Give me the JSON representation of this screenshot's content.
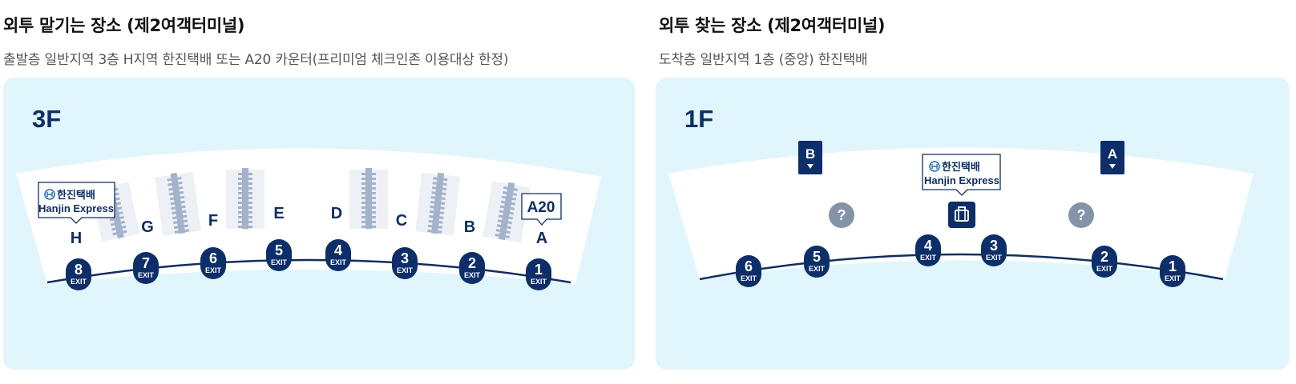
{
  "drop_off": {
    "title": "외투 맡기는 장소 (제2여객터미널)",
    "description": "출발층 일반지역 3층 H지역 한진택배 또는 A20 카운터(프리미엄 체크인존 이용대상 한정)",
    "floor": "3F",
    "brand_ko": "한진택배",
    "brand_en": "Hanjin Express",
    "counter_label": "A20",
    "zones": [
      "H",
      "G",
      "F",
      "E",
      "D",
      "C",
      "B",
      "A"
    ],
    "exits": [
      "8",
      "7",
      "6",
      "5",
      "4",
      "3",
      "2",
      "1"
    ],
    "exit_label": "EXIT"
  },
  "pick_up": {
    "title": "외투 찾는 장소 (제2여객터미널)",
    "description": "도착층 일반지역 1층 (중앙) 한진택배",
    "floor": "1F",
    "brand_ko": "한진택배",
    "brand_en": "Hanjin Express",
    "gate_signs": [
      "B",
      "A"
    ],
    "info_symbol": "?",
    "exits": [
      "6",
      "5",
      "4",
      "3",
      "2",
      "1"
    ],
    "exit_label": "EXIT"
  },
  "colors": {
    "navy": "#0c2e6b",
    "map_background": "#e1f6fc",
    "floor_area": "#ffffff",
    "belt": "#a3b3cb",
    "info_marker": "#8493a8"
  },
  "icons": {
    "brand_logo": "hanjin-logo-icon",
    "luggage": "luggage-icon",
    "info": "info-icon",
    "gate_sign": "gate-sign-icon"
  }
}
